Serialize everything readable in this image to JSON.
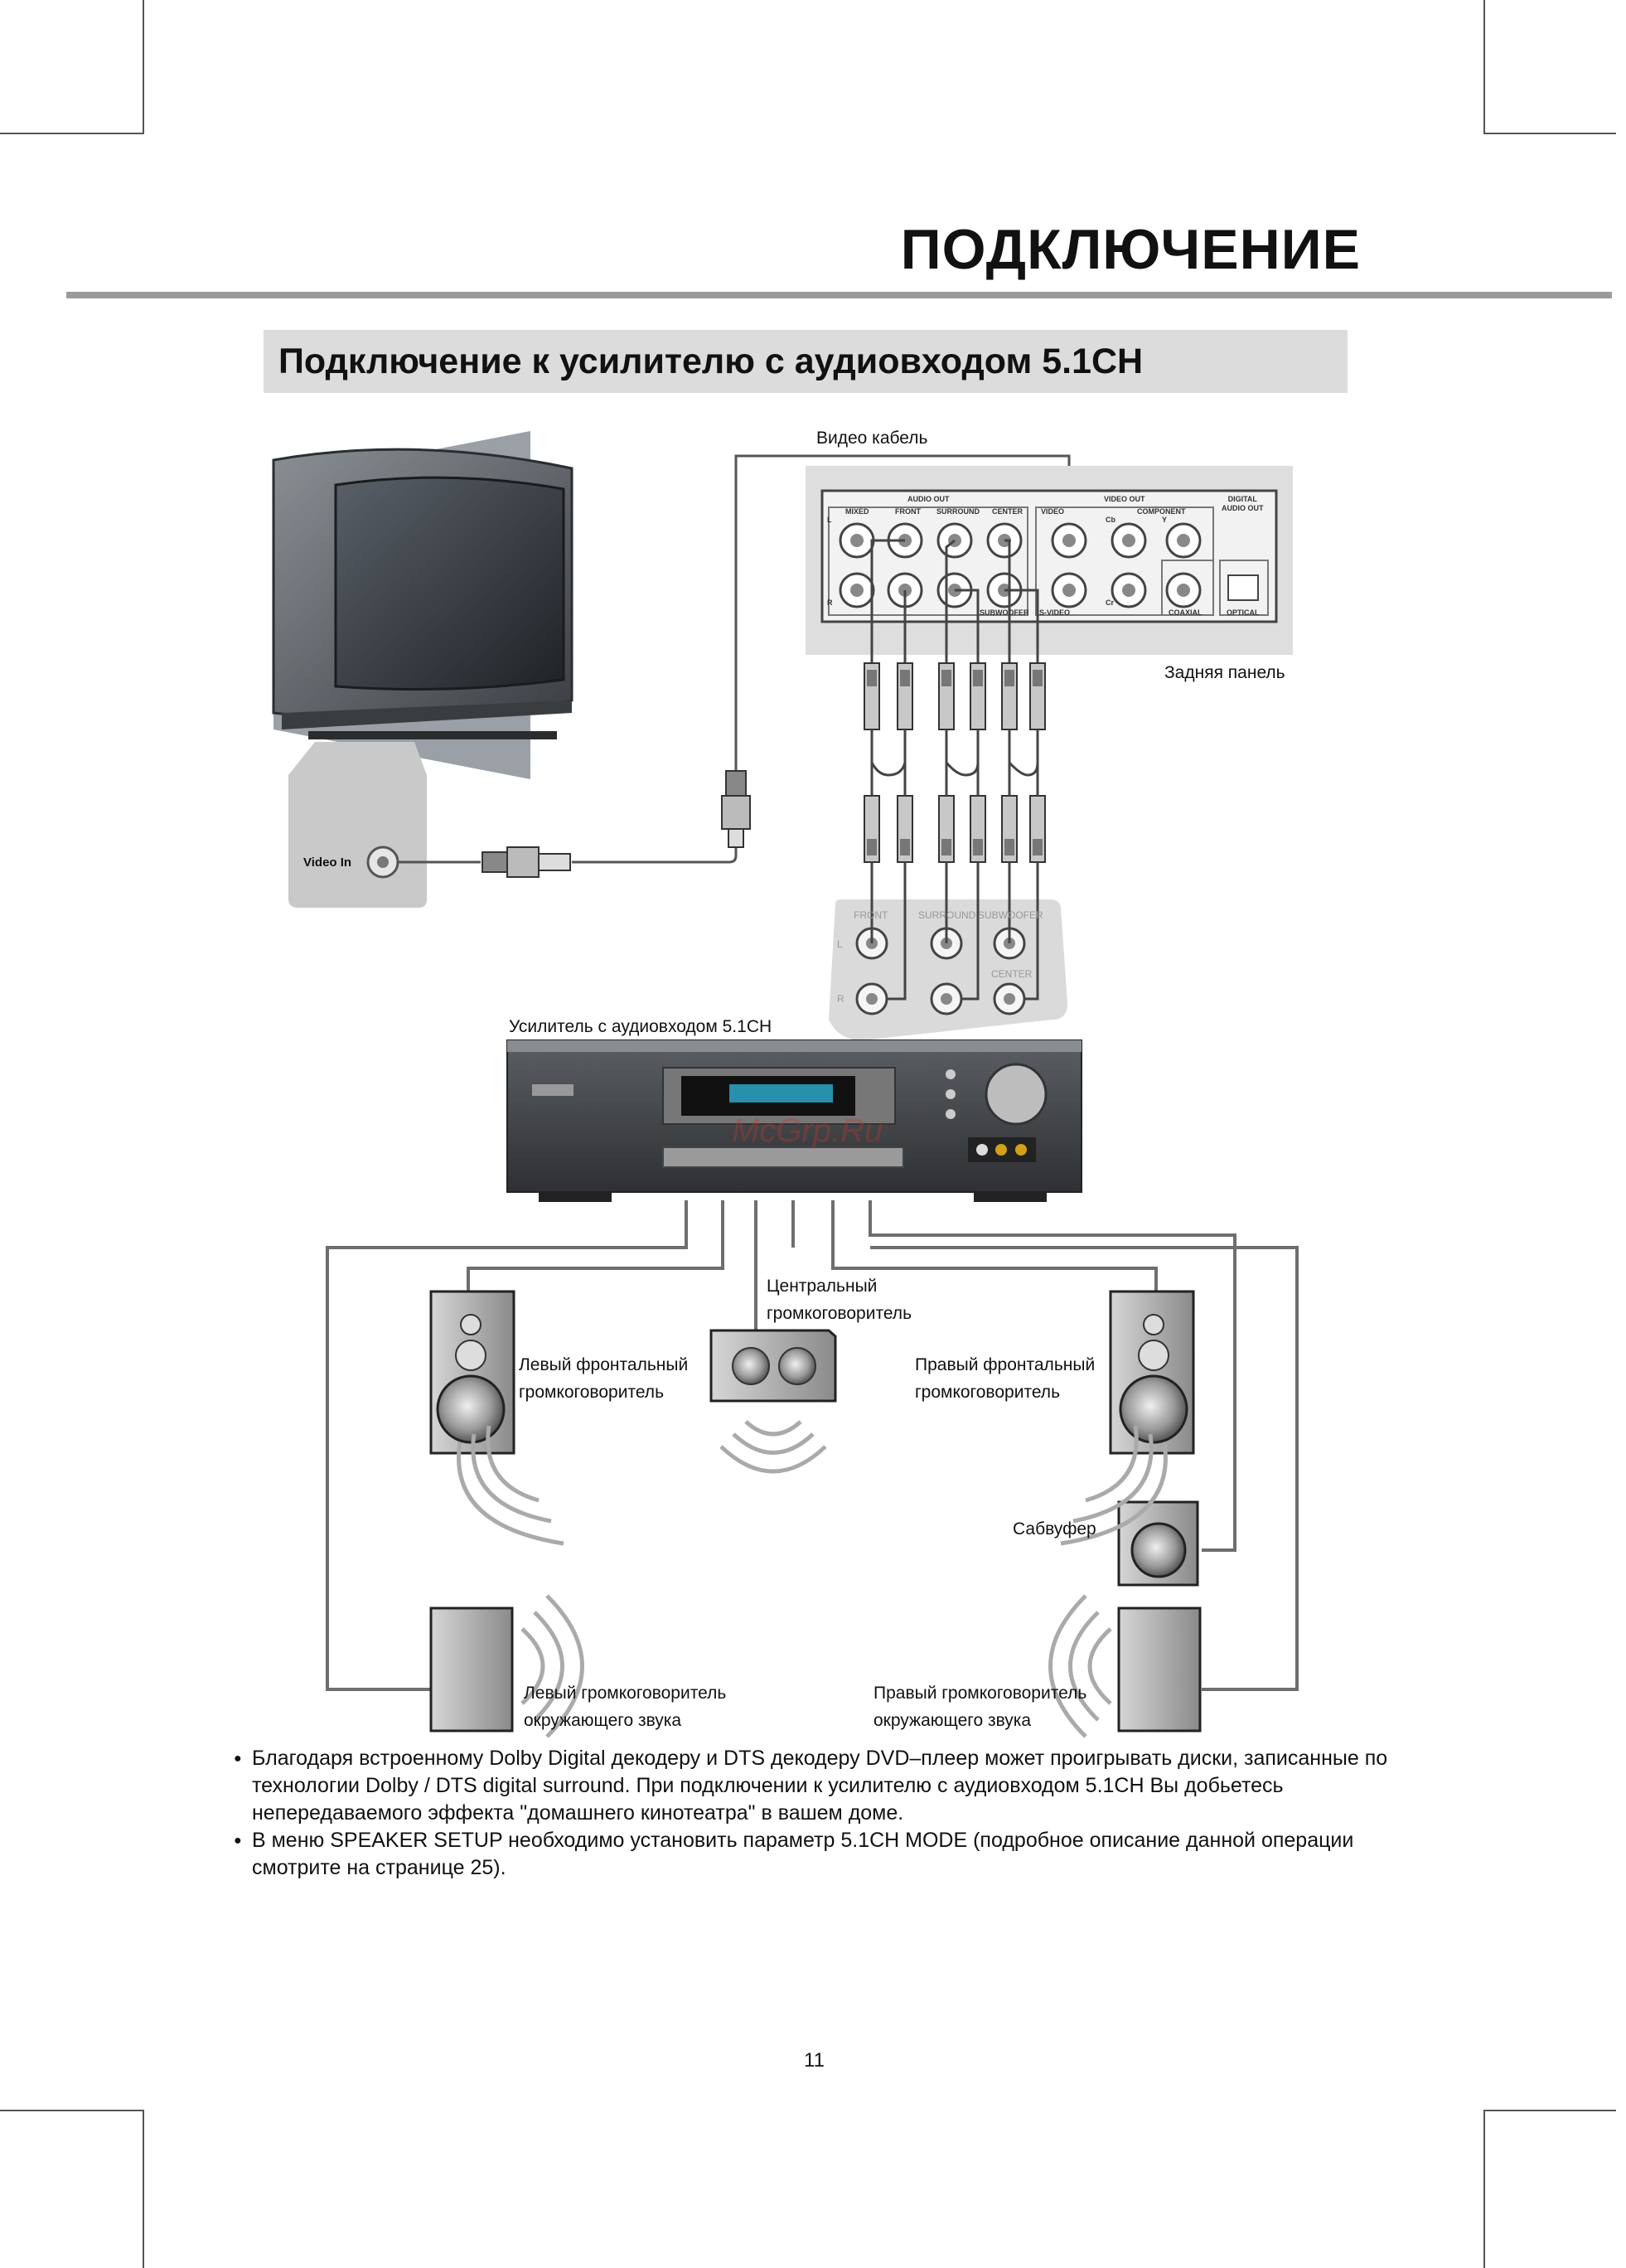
{
  "page": {
    "title": "ПОДКЛЮЧЕНИЕ",
    "section_title": "Подключение к усилителю с аудиовходом 5.1CH",
    "page_number": "11",
    "watermark": "McGrp.Ru"
  },
  "diagram": {
    "video_cable": "Видео кабель",
    "rear_panel": "Задняя панель",
    "video_in": "Video In",
    "amplifier": "Усилитель с аудиовходом 5.1CH",
    "center_speaker": "Центральный\nгромкоговоритель",
    "left_front": "Левый фронтальный\nгромкоговоритель",
    "right_front": "Правый фронтальный\nгромкоговоритель",
    "subwoofer": "Сабвуфер",
    "left_surround": "Левый громкоговоритель\nокружающего звука",
    "right_surround": "Правый громкоговоритель\nокружающего звука",
    "panel": {
      "audio_out": "AUDIO OUT",
      "video_out": "VIDEO OUT",
      "digital_audio_out": "DIGITAL\nAUDIO OUT",
      "mixed": "MIXED",
      "front": "FRONT",
      "surround": "SURROUND",
      "center": "CENTER",
      "video": "VIDEO",
      "component": "COMPONENT",
      "cb": "Cb",
      "y": "Y",
      "cr": "Cr",
      "subwoofer": "SUBWOOFER",
      "svideo": "S-VIDEO",
      "coaxial": "COAXIAL",
      "optical": "OPTICAL",
      "l": "L",
      "r": "R"
    },
    "amp_inputs": {
      "front": "FRONT",
      "surround": "SURROUND",
      "subwoofer": "SUBWOOFER",
      "center": "CENTER",
      "l": "L",
      "r": "R"
    }
  },
  "notes": [
    "Благодаря встроенному Dolby Digital декодеру и DTS декодеру DVD–плеер может проигрывать диски, записанные по технологии Dolby / DTS digital surround. При подключении к усилителю с аудиовходом 5.1CH Вы добьетесь непередаваемого эффекта \"домашнего кинотеатра\" в вашем доме.",
    "В меню SPEAKER SETUP необходимо установить параметр 5.1CH MODE (подробное описание данной операции смотрите на странице 25)."
  ]
}
